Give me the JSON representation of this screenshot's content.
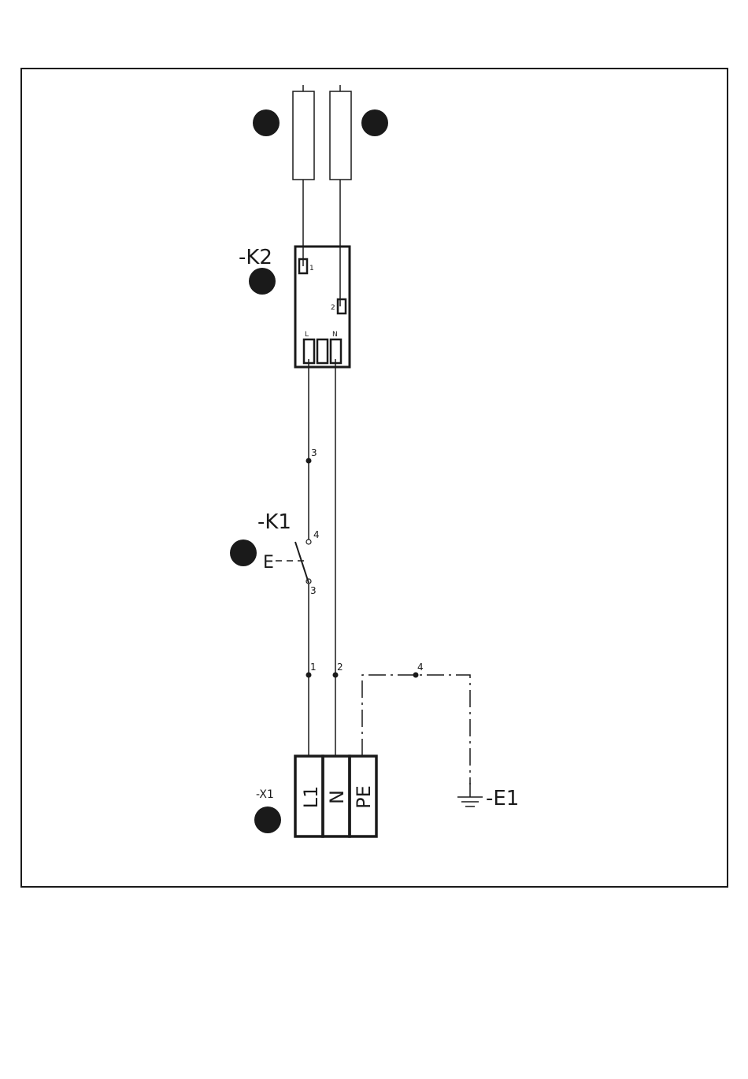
{
  "colors": {
    "ink": "#1a1a1a",
    "marker": "#1a1a1a",
    "background": "#ffffff"
  },
  "components": {
    "k2": {
      "designation": "-K2",
      "pin1": "1",
      "pin2": "2",
      "pin_l": "L",
      "pin_n": "N"
    },
    "k1": {
      "designation": "-K1",
      "actuator": "E",
      "contact_top": "4",
      "contact_bottom": "3"
    },
    "x1": {
      "designation": "-X1",
      "terminal_l1": "L1",
      "terminal_n": "N",
      "terminal_pe": "PE"
    },
    "e1": {
      "designation": "-E1"
    }
  },
  "wires": {
    "w_upper": "3",
    "w_l1": "1",
    "w_n": "2",
    "w_pe": "4"
  }
}
